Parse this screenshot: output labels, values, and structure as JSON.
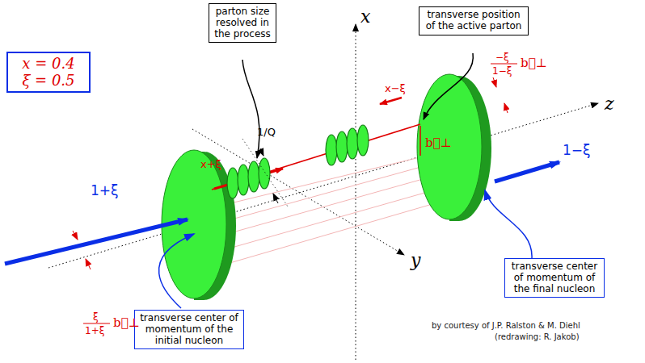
{
  "diagram": {
    "nodes": [
      {
        "text": [
          "parton size resolved in the process"
        ]
      },
      {
        "text": [
          "transverse position of the active parton"
        ]
      },
      {
        "text": [
          "x = 0.4",
          "ξ = 0.5"
        ]
      },
      {
        "text": [
          "transverse center of momentum of the initial nucleon"
        ]
      },
      {
        "text": [
          "transverse center of momentum of the final nucleon"
        ]
      }
    ],
    "labels": [
      "x",
      "z",
      "y",
      "1/Q",
      "x+ξ",
      "x−ξ",
      "b⃗⊥",
      "1+ξ",
      "1−ξ",
      "ξ",
      "1+ξ",
      "b⃗⊥",
      "−ξ",
      "1−ξ",
      "b⃗⊥",
      "by courtesy of J.P. Ralston & M. Diehl",
      "(redrawing: R. Jakob)"
    ]
  }
}
